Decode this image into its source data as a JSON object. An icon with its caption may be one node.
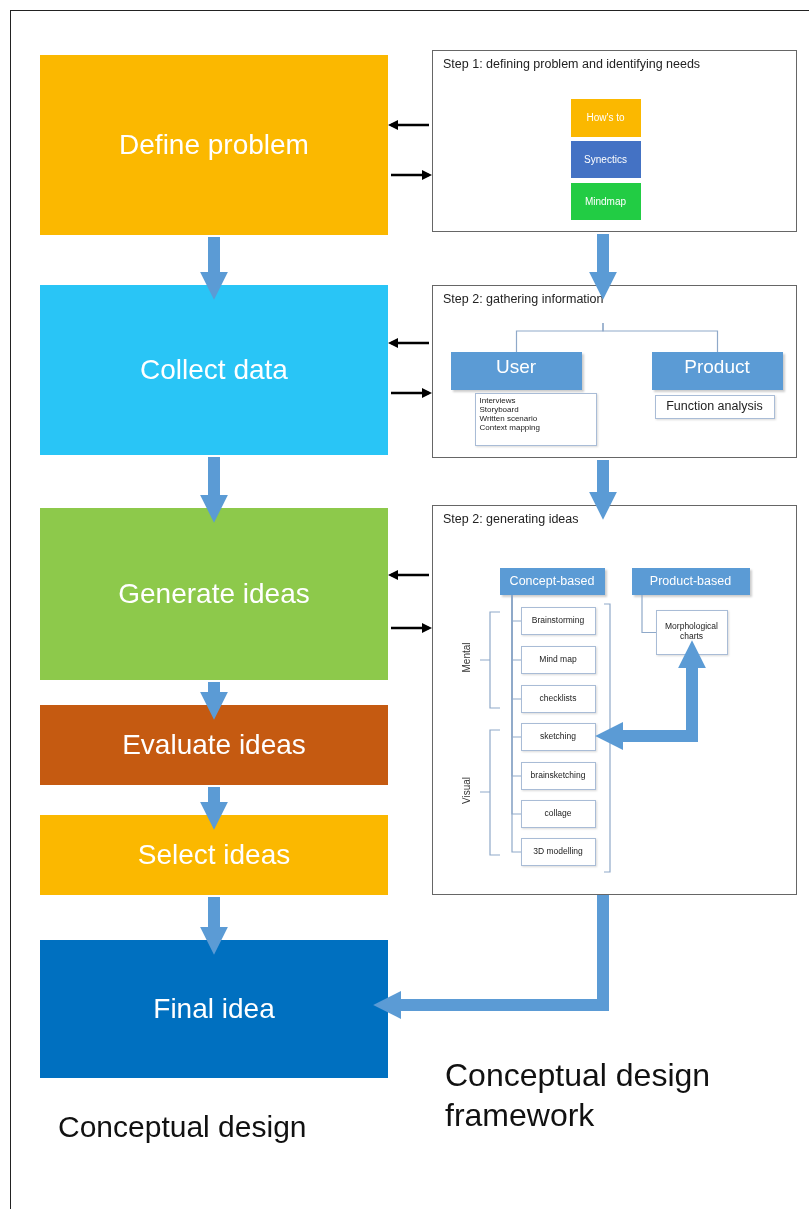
{
  "diagram": {
    "nodes": [
      {
        "text": [
          "Define problem"
        ]
      },
      {
        "text": [
          "Collect data"
        ]
      },
      {
        "text": [
          "Generate ideas"
        ]
      },
      {
        "text": [
          "Evaluate ideas"
        ]
      },
      {
        "text": [
          "Select ideas"
        ]
      },
      {
        "text": [
          "Final idea"
        ]
      },
      {
        "text": [
          "Step 1: defining problem and identifying needs"
        ]
      },
      {
        "text": [
          "How's to"
        ],
        "in": 6
      },
      {
        "text": [
          "Synectics"
        ],
        "in": 6
      },
      {
        "text": [
          "Mindmap"
        ],
        "in": 6
      },
      {
        "text": [
          "Step 2: gathering information"
        ]
      },
      {
        "text": [
          "User"
        ],
        "in": 10
      },
      {
        "text": [
          "Interviews",
          "Storyboard",
          "Written scenario",
          "Context mapping"
        ],
        "in": 10
      },
      {
        "text": [
          "Product"
        ],
        "in": 10
      },
      {
        "text": [
          "Function analysis"
        ],
        "in": 10
      },
      {
        "text": [
          "Step 2: generating ideas"
        ]
      },
      {
        "text": [
          "Concept-based"
        ],
        "in": 15
      },
      {
        "text": [
          "Product-based"
        ],
        "in": 15
      },
      {
        "text": [
          "Brainstorming"
        ],
        "in": 15
      },
      {
        "text": [
          "Mind map"
        ],
        "in": 15
      },
      {
        "text": [
          "checklists"
        ],
        "in": 15
      },
      {
        "text": [
          "sketching"
        ],
        "in": 15
      },
      {
        "text": [
          "brainsketching"
        ],
        "in": 15
      },
      {
        "text": [
          "collage"
        ],
        "in": 15
      },
      {
        "text": [
          "3D modelling"
        ],
        "in": 15
      },
      {
        "text": [
          "Morphological charts"
        ],
        "in": 15
      }
    ],
    "edges": [
      {
        "from": 0,
        "to": 1,
        "arrow": "to",
        "style": "thick",
        "color": "#5b9bd5"
      },
      {
        "from": 1,
        "to": 2,
        "arrow": "to",
        "style": "thick",
        "color": "#5b9bd5"
      },
      {
        "from": 2,
        "to": 3,
        "arrow": "to",
        "style": "thick",
        "color": "#5b9bd5"
      },
      {
        "from": 3,
        "to": 4,
        "arrow": "to",
        "style": "thick",
        "color": "#5b9bd5"
      },
      {
        "from": 4,
        "to": 5,
        "arrow": "to",
        "style": "thick",
        "color": "#5b9bd5"
      },
      {
        "from": 6,
        "to": 0,
        "arrow": "to",
        "color": "#000000"
      },
      {
        "from": 0,
        "to": 6,
        "arrow": "to",
        "color": "#000000"
      },
      {
        "from": 10,
        "to": 1,
        "arrow": "to",
        "color": "#000000"
      },
      {
        "from": 1,
        "to": 10,
        "arrow": "to",
        "color": "#000000"
      },
      {
        "from": 15,
        "to": 2,
        "arrow": "to",
        "color": "#000000"
      },
      {
        "from": 2,
        "to": 15,
        "arrow": "to",
        "color": "#000000"
      },
      {
        "from": 6,
        "to": 10,
        "arrow": "to",
        "style": "thick",
        "color": "#5b9bd5"
      },
      {
        "from": 10,
        "to": 15,
        "arrow": "to",
        "style": "thick",
        "color": "#5b9bd5"
      },
      {
        "from": 15,
        "to": 5,
        "arrow": "to",
        "style": "thick",
        "color": "#5b9bd5"
      },
      {
        "from": null,
        "to": 11,
        "arrow": "none"
      },
      {
        "from": null,
        "to": 13,
        "arrow": "none"
      },
      {
        "from": 16,
        "to": 18,
        "arrow": "none"
      },
      {
        "from": 16,
        "to": 19,
        "arrow": "none"
      },
      {
        "from": 16,
        "to": 20,
        "arrow": "none"
      },
      {
        "from": 16,
        "to": 21,
        "arrow": "none"
      },
      {
        "from": 16,
        "to": 22,
        "arrow": "none"
      },
      {
        "from": 16,
        "to": 23,
        "arrow": "none"
      },
      {
        "from": 16,
        "to": 24,
        "arrow": "none"
      },
      {
        "from": 17,
        "to": 25,
        "arrow": "none"
      },
      {
        "from": 25,
        "to": 21,
        "arrow": "both",
        "style": "thick",
        "color": "#5b9bd5"
      }
    ],
    "labels": [
      "Mental",
      "Visual",
      "Conceptual design",
      "Conceptual design framework"
    ]
  }
}
